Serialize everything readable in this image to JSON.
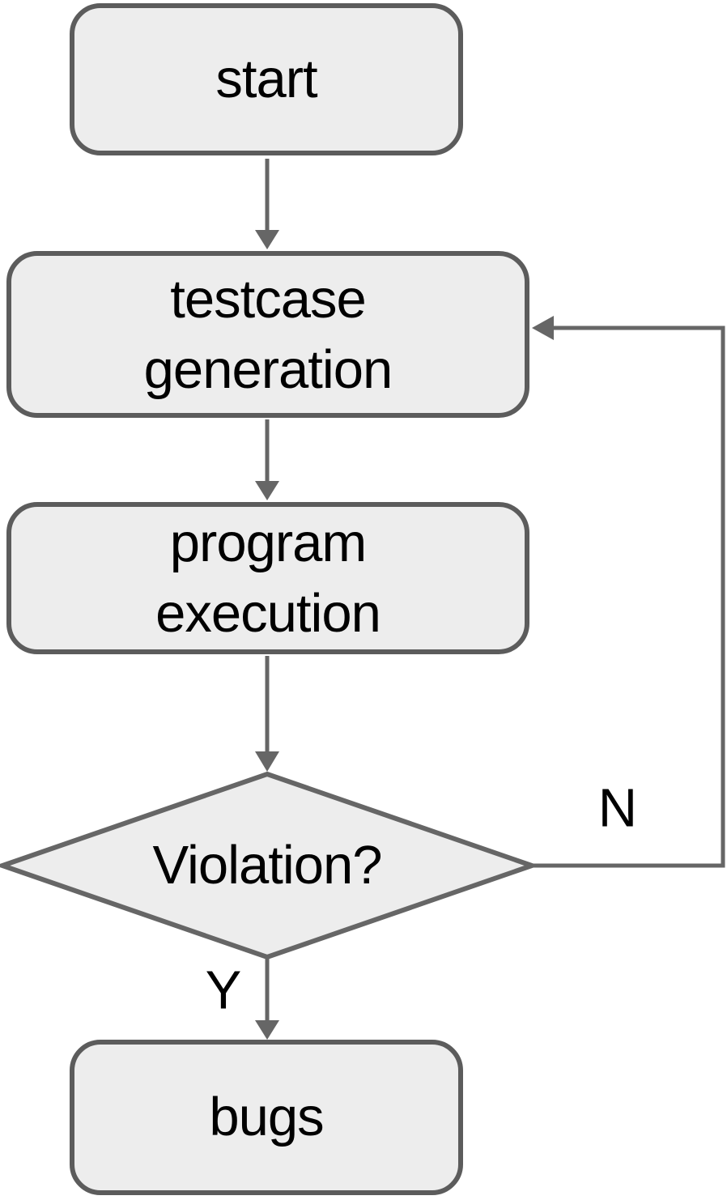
{
  "diagram": {
    "type": "flowchart",
    "nodes": {
      "start": {
        "label": "start",
        "shape": "rounded-rect"
      },
      "testcase_generation": {
        "label": "testcase\ngeneration",
        "shape": "rounded-rect"
      },
      "program_execution": {
        "label": "program\nexecution",
        "shape": "rounded-rect"
      },
      "violation": {
        "label": "Violation?",
        "shape": "diamond"
      },
      "bugs": {
        "label": "bugs",
        "shape": "rounded-rect"
      }
    },
    "edges": [
      {
        "from": "start",
        "to": "testcase_generation",
        "label": ""
      },
      {
        "from": "testcase_generation",
        "to": "program_execution",
        "label": ""
      },
      {
        "from": "program_execution",
        "to": "violation",
        "label": ""
      },
      {
        "from": "violation",
        "to": "bugs",
        "label": "Y"
      },
      {
        "from": "violation",
        "to": "testcase_generation",
        "label": "N"
      }
    ],
    "edge_labels": {
      "yes": "Y",
      "no": "N"
    },
    "colors": {
      "node_fill": "#ededed",
      "node_border": "#5c5c5c",
      "arrow": "#666666",
      "text": "#000000",
      "background": "#ffffff"
    }
  }
}
